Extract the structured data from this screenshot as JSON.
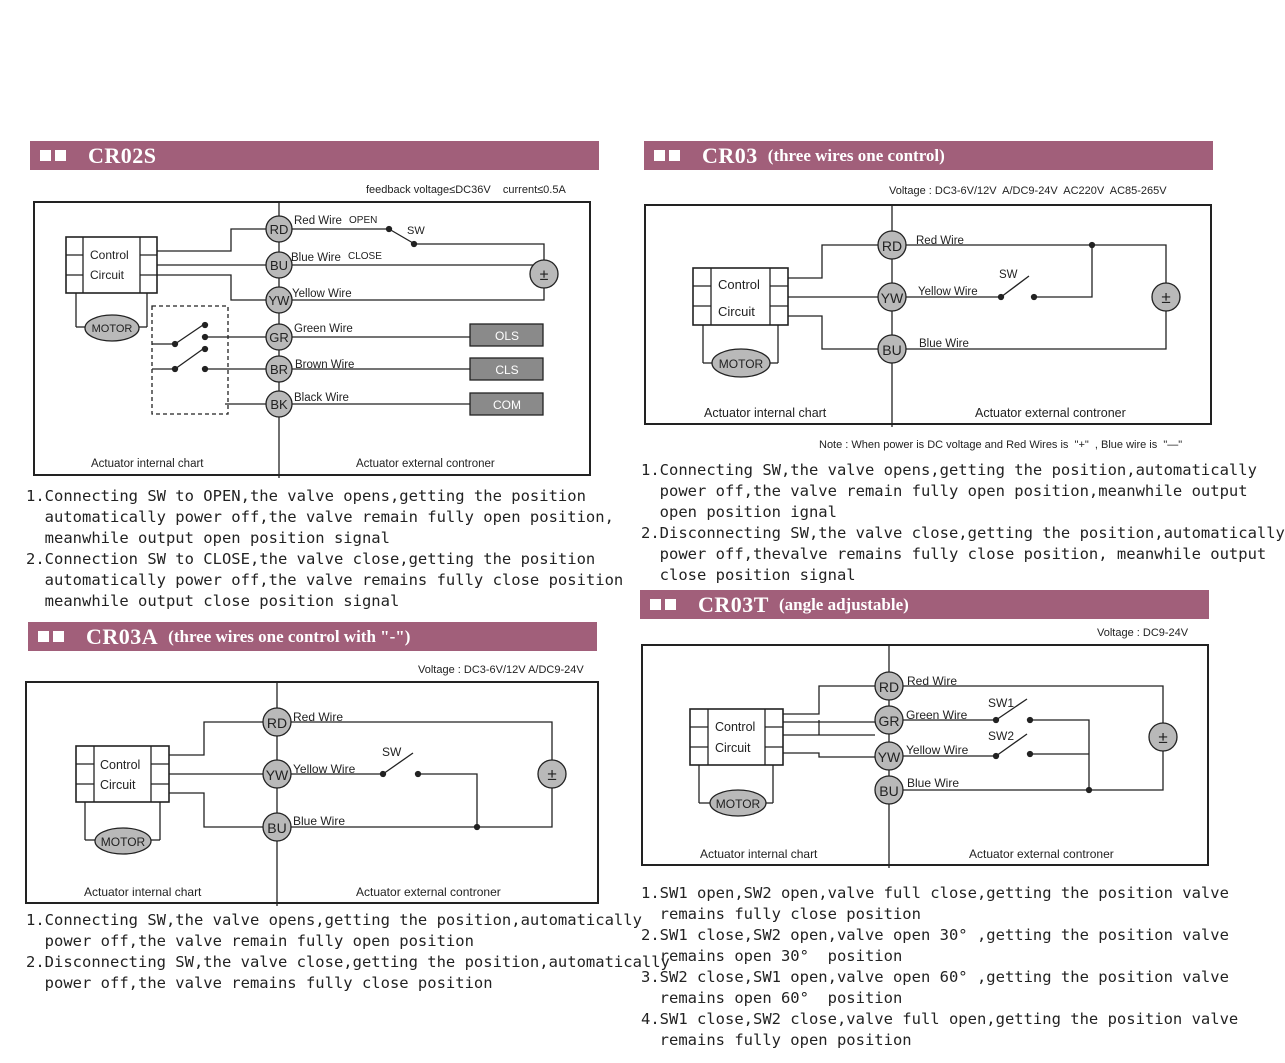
{
  "sections": {
    "cr02s": {
      "model": "CR02S",
      "subtitle": "",
      "spec": "feedback voltage≤DC36V    current≤0.5A",
      "labels": {
        "control": "Control",
        "circuit": "Circuit",
        "motor": "MOTOR",
        "internal": "Actuator internal chart",
        "external": "Actuator external controner",
        "sw": "SW",
        "open": "OPEN",
        "close": "CLOSE",
        "plusminus": "±",
        "ols": "OLS",
        "cls": "CLS",
        "com": "COM"
      },
      "wires": [
        {
          "code": "RD",
          "label": "Red Wire"
        },
        {
          "code": "BU",
          "label": "Blue Wire"
        },
        {
          "code": "YW",
          "label": "Yellow Wire"
        },
        {
          "code": "GR",
          "label": "Green Wire"
        },
        {
          "code": "BR",
          "label": "Brown Wire"
        },
        {
          "code": "BK",
          "label": "Black Wire"
        }
      ],
      "notes": [
        "1.Connecting SW to OPEN,the valve opens,getting the position",
        "  automatically power off,the valve remain fully open position,",
        "  meanwhile output open position signal",
        "2.Connection SW to CLOSE,the valve close,getting the position",
        "  automatically power off,the valve remains fully close position",
        "  meanwhile output close position signal"
      ]
    },
    "cr03": {
      "model": "CR03",
      "subtitle": "(three wires one control)",
      "spec": "Voltage : DC3-6V/12V  A/DC9-24V  AC220V  AC85-265V",
      "note": "Note : When power is DC voltage and Red Wires is  \"+\"  , Blue wire is  \"—\"",
      "labels": {
        "control": "Control",
        "circuit": "Circuit",
        "motor": "MOTOR",
        "internal": "Actuator internal chart",
        "external": "Actuator external controner",
        "sw": "SW",
        "plusminus": "±"
      },
      "wires": [
        {
          "code": "RD",
          "label": "Red Wire"
        },
        {
          "code": "YW",
          "label": "Yellow Wire"
        },
        {
          "code": "BU",
          "label": "Blue Wire"
        }
      ],
      "notes": [
        "1.Connecting SW,the valve opens,getting the position,automatically",
        "  power off,the valve remain fully open position,meanwhile output",
        "  open position ignal",
        "2.Disconnecting SW,the valve close,getting the position,automatically",
        "  power off,thevalve remains fully close position, meanwhile output",
        "  close position signal"
      ]
    },
    "cr03a": {
      "model": "CR03A",
      "subtitle": "(three wires one control with \"-\")",
      "spec": "Voltage : DC3-6V/12V A/DC9-24V",
      "labels": {
        "control": "Control",
        "circuit": "Circuit",
        "motor": "MOTOR",
        "internal": "Actuator internal chart",
        "external": "Actuator external controner",
        "sw": "SW",
        "plusminus": "±"
      },
      "wires": [
        {
          "code": "RD",
          "label": "Red Wire"
        },
        {
          "code": "YW",
          "label": "Yellow Wire"
        },
        {
          "code": "BU",
          "label": "Blue Wire"
        }
      ],
      "notes": [
        "1.Connecting SW,the valve opens,getting the position,automatically",
        "  power off,the valve remain fully open position",
        "2.Disconnecting SW,the valve close,getting the position,automatically",
        "  power off,the valve remains fully close position"
      ]
    },
    "cr03t": {
      "model": "CR03T",
      "subtitle": "(angle adjustable)",
      "spec": "Voltage : DC9-24V",
      "labels": {
        "control": "Control",
        "circuit": "Circuit",
        "motor": "MOTOR",
        "internal": "Actuator internal chart",
        "external": "Actuator external controner",
        "sw1": "SW1",
        "sw2": "SW2",
        "plusminus": "±"
      },
      "wires": [
        {
          "code": "RD",
          "label": "Red Wire"
        },
        {
          "code": "GR",
          "label": "Green Wire"
        },
        {
          "code": "YW",
          "label": "Yellow Wire"
        },
        {
          "code": "BU",
          "label": "Blue Wire"
        }
      ],
      "notes": [
        "1.SW1 open,SW2 open,valve full close,getting the position valve",
        "  remains fully close position",
        "2.SW1 close,SW2 open,valve open 30° ,getting the position valve",
        "  remains open 30°  position",
        "3.SW2 close,SW1 open,valve open 60° ,getting the position valve",
        "  remains open 60°  position",
        "4.SW1 close,SW2 close,valve full open,getting the position valve",
        "  remains fully open position"
      ]
    }
  }
}
